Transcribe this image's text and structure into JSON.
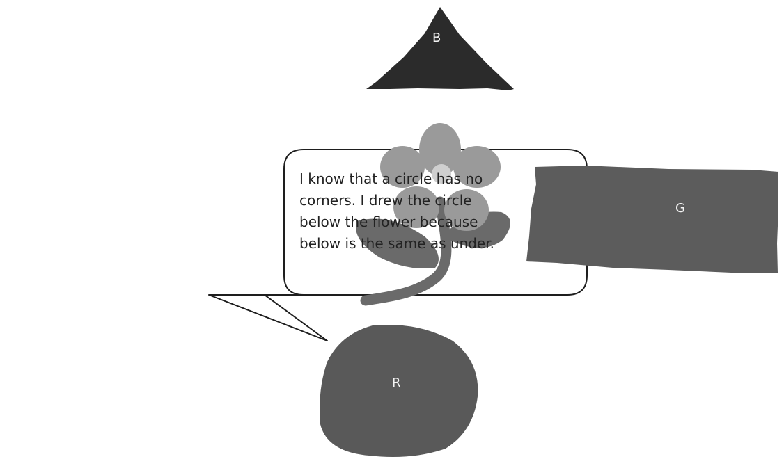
{
  "speech_bubble": {
    "lines": [
      "I know that a circle has no",
      "corners.  I drew the circle",
      "below the flower because",
      "below is the same as under."
    ]
  },
  "shapes": {
    "triangle": {
      "label": "B",
      "color": "#2b2b2b"
    },
    "rectangle": {
      "label": "G",
      "color": "#5c5c5c"
    },
    "circle": {
      "label": "R",
      "color": "#595959"
    }
  },
  "flower": {
    "petal_color": "#9a9a9a",
    "center_color": "#cfcfcf",
    "stem_color": "#6a6a6a"
  }
}
